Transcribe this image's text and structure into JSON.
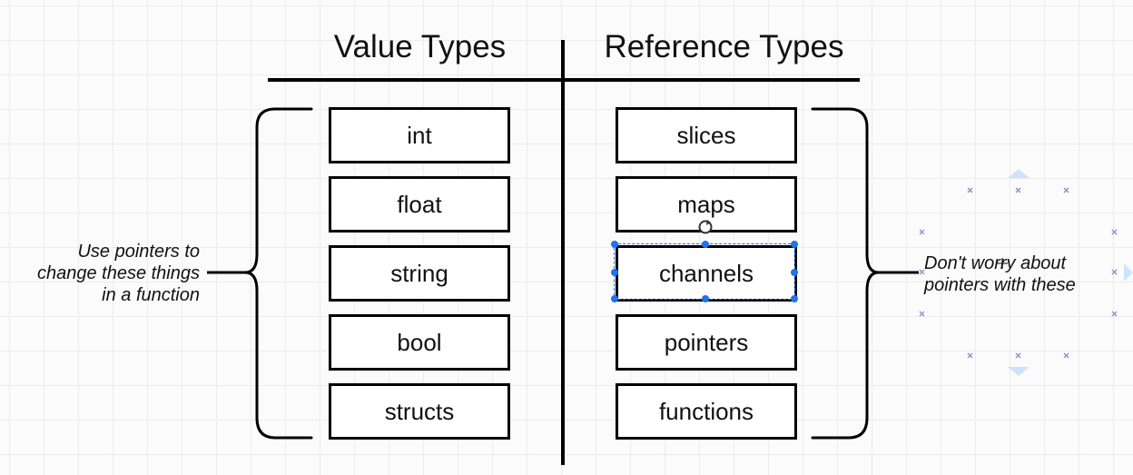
{
  "value_types": {
    "heading": "Value Types",
    "items": [
      "int",
      "float",
      "string",
      "bool",
      "structs"
    ]
  },
  "reference_types": {
    "heading": "Reference Types",
    "items": [
      "slices",
      "maps",
      "channels",
      "pointers",
      "functions"
    ]
  },
  "left_note": {
    "lines": [
      "Use pointers to",
      "change these things",
      "in a function"
    ]
  },
  "right_note": {
    "lines": [
      "Don't worry about",
      "pointers with these"
    ]
  },
  "selected_item": "channels",
  "colors": {
    "ink": "#000000",
    "selection": "#1e74ea",
    "guide_marker": "#8a8ad8"
  }
}
